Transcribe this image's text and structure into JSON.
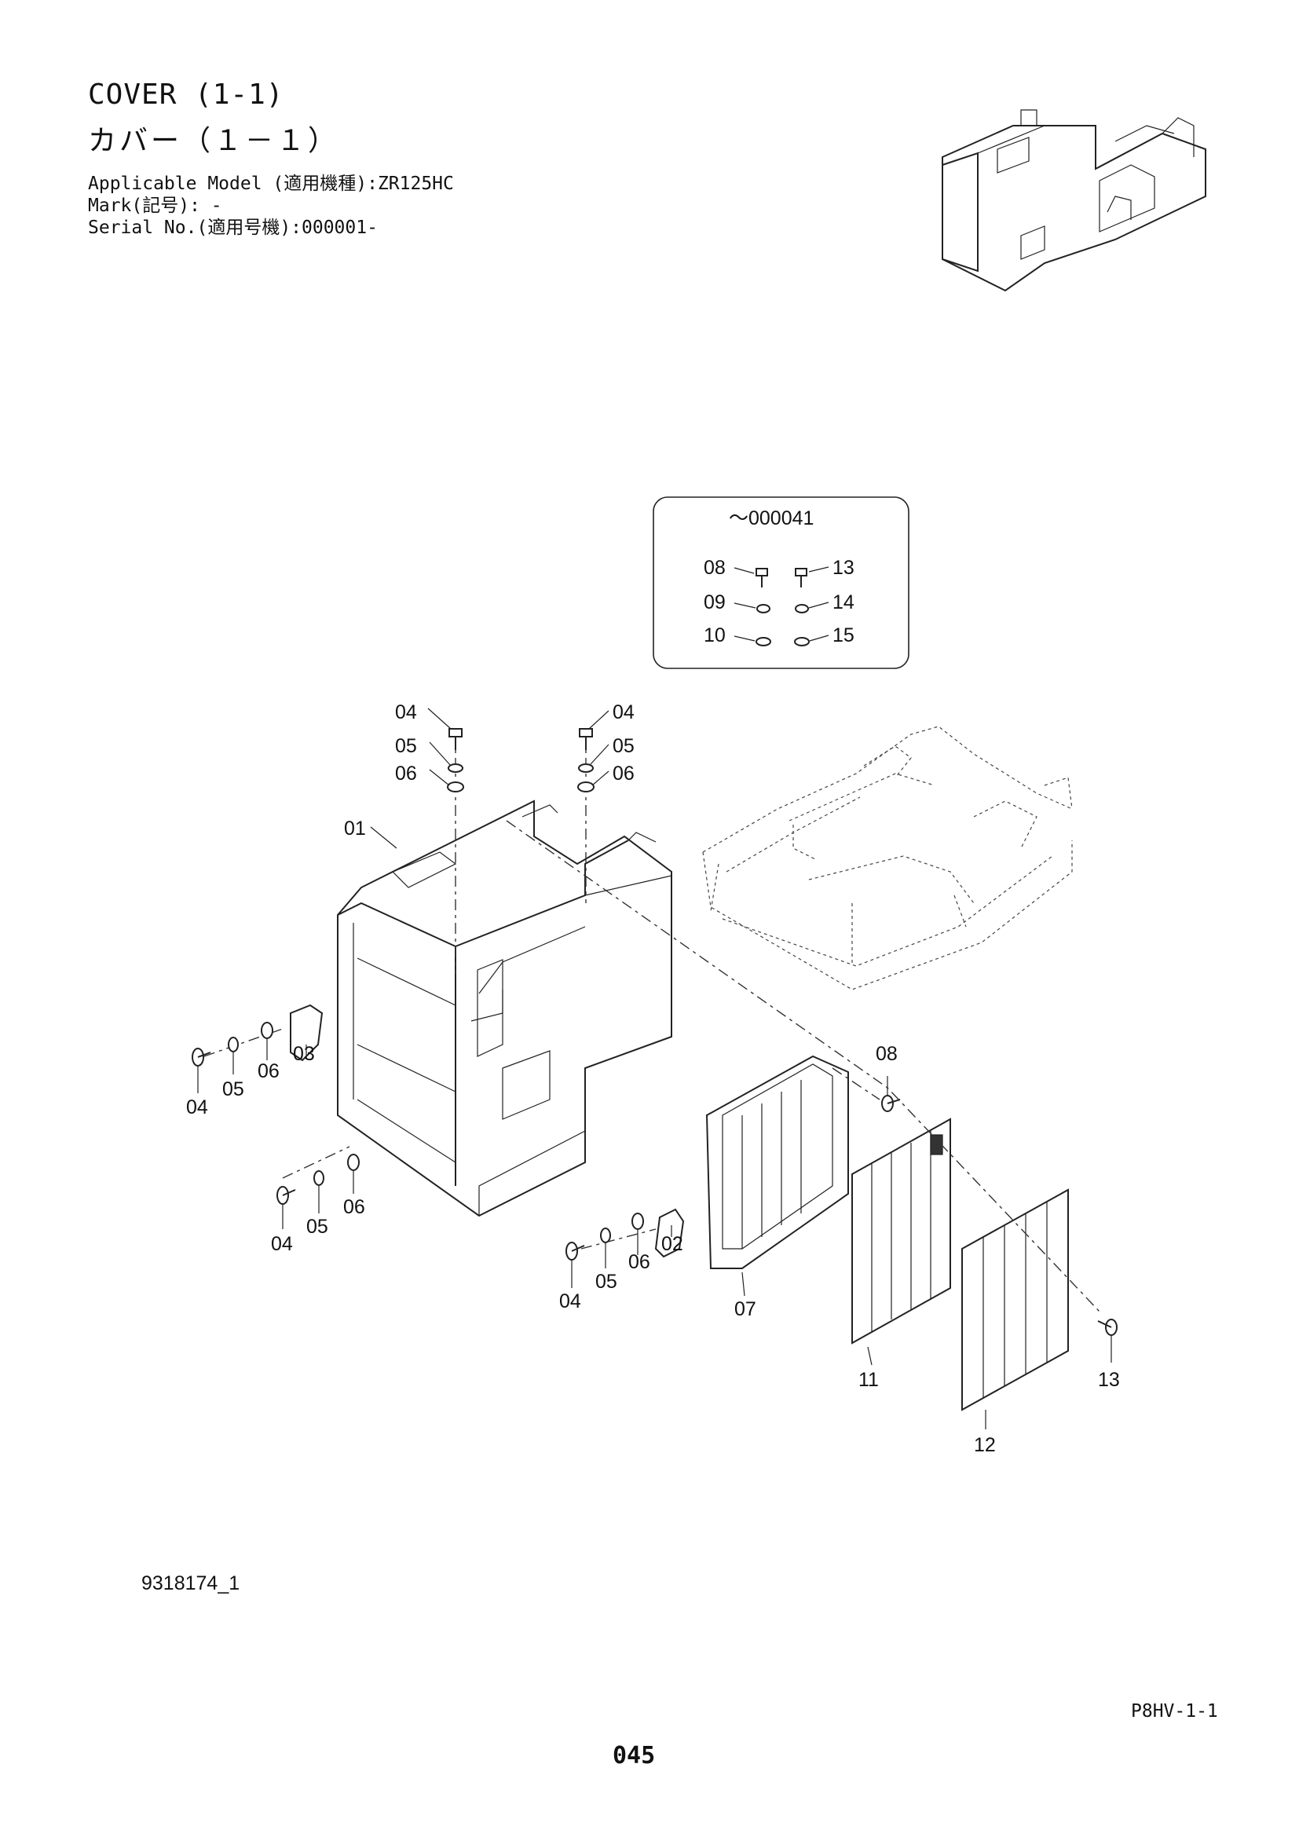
{
  "header": {
    "title_en": "COVER (1-1)",
    "title_ja": "カバー（１－１）",
    "applicable_model": "Applicable Model (適用機種):ZR125HC",
    "mark": "Mark(記号): -",
    "serial_no": "Serial No.(適用号機):000001-"
  },
  "inset_note": {
    "serial_range": "～000041",
    "left_parts": [
      "08",
      "09",
      "10"
    ],
    "right_parts": [
      "13",
      "14",
      "15"
    ]
  },
  "callouts": {
    "p01": "01",
    "p02": "02",
    "p03": "03",
    "top_left": {
      "bolt": "04",
      "washer_a": "05",
      "washer_b": "06"
    },
    "top_right": {
      "bolt": "04",
      "washer_a": "05",
      "washer_b": "06"
    },
    "left_mid": {
      "bolt": "04",
      "washer_a": "05",
      "washer_b": "06"
    },
    "left_low": {
      "bolt": "04",
      "washer_a": "05",
      "washer_b": "06"
    },
    "center_low": {
      "bolt": "04",
      "washer_a": "05",
      "washer_b": "06"
    },
    "p07": "07",
    "p08": "08",
    "p11": "11",
    "p12": "12",
    "p13": "13"
  },
  "footer": {
    "drawing_code": "9318174_1",
    "page_ref": "P8HV-1-1",
    "page_number": "045"
  }
}
